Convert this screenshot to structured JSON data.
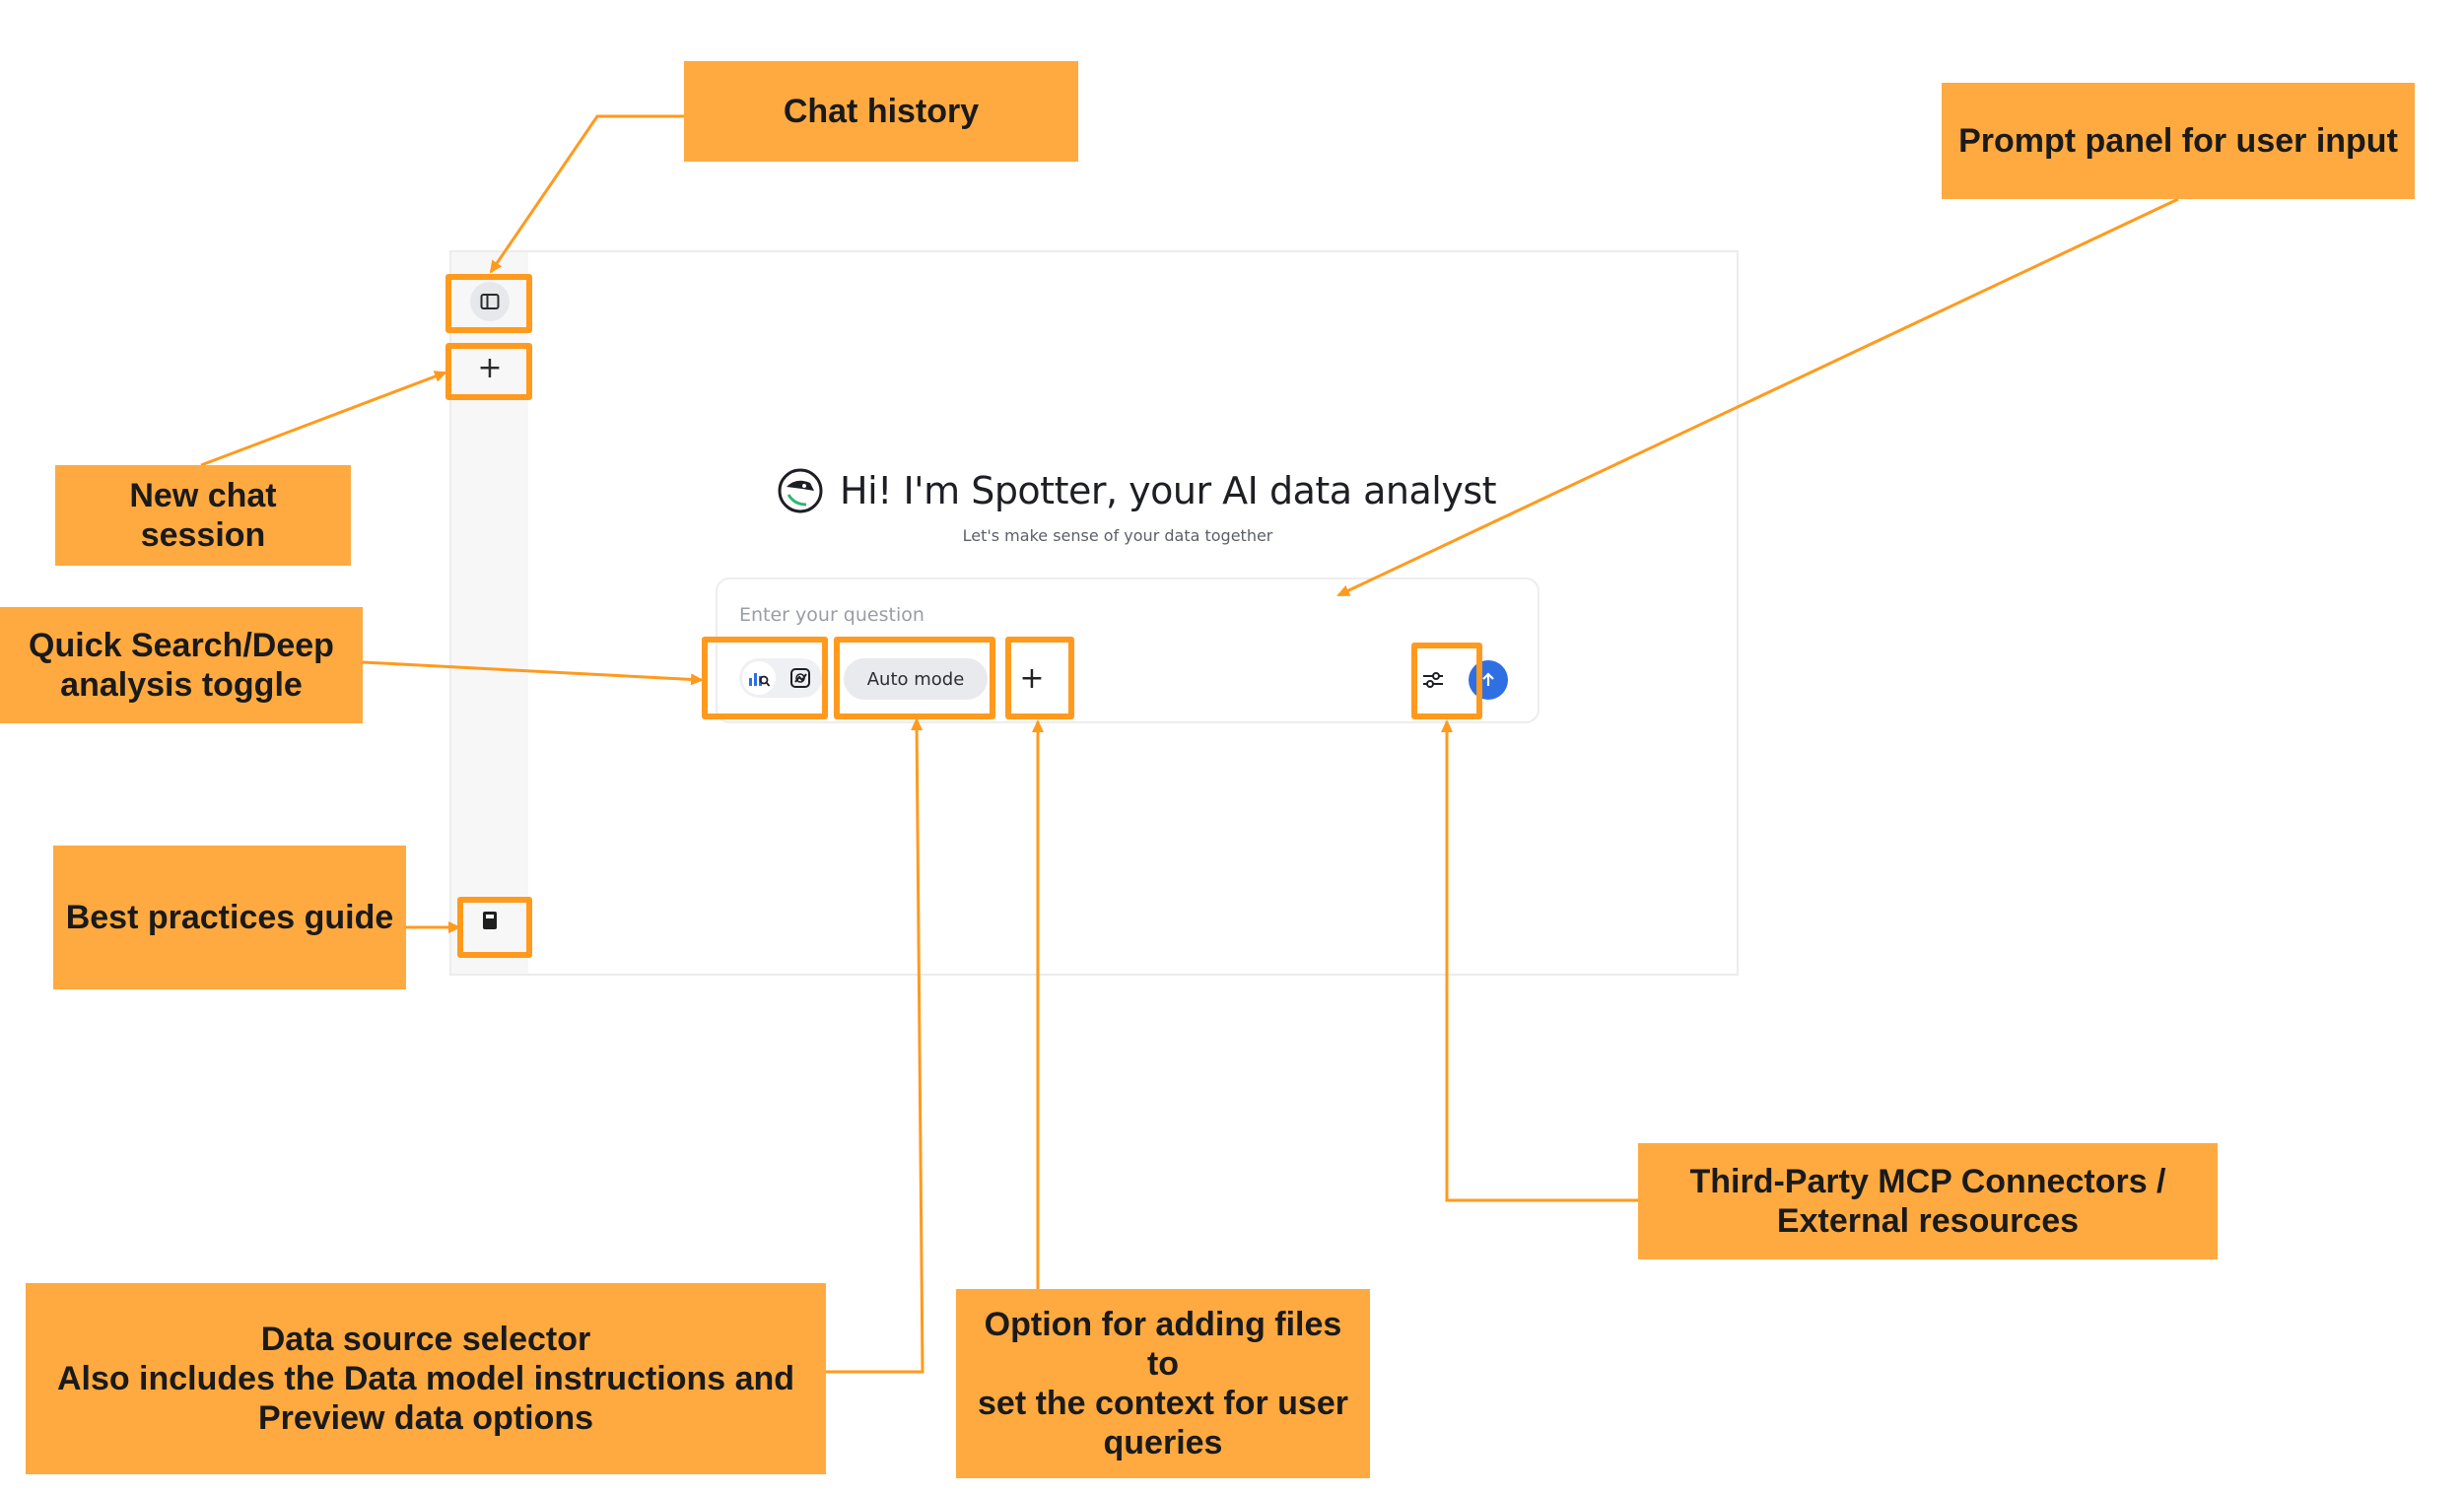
{
  "app": {
    "greeting_title": "Hi! I'm Spotter, your AI data analyst",
    "greeting_subtitle": "Let's make sense of your data together",
    "prompt_placeholder": "Enter your question",
    "data_source_label": "Auto mode",
    "add_files_label": "+",
    "new_chat_label": "+",
    "icons": {
      "chat_history": "sidebar-panel-icon",
      "new_chat": "plus-icon",
      "best_practices": "book-icon",
      "quick_search": "chart-search-icon",
      "deep_analysis": "deep-analysis-icon",
      "mcp_connectors": "sliders-icon",
      "send": "arrow-up-icon",
      "logo": "spotter-logo-icon"
    },
    "colors": {
      "send_button": "#2f6fe4",
      "sidebar_bg": "#f7f7f8"
    }
  },
  "annotations": {
    "chat_history": "Chat history",
    "prompt_panel": "Prompt panel for user input",
    "new_chat_session": "New chat session",
    "mode_toggle": "Quick Search/Deep\nanalysis toggle",
    "best_practices": "Best practices guide",
    "mcp_connectors": "Third-Party MCP Connectors /\nExternal resources",
    "data_source_selector": "Data source selector\nAlso includes the Data model instructions and\nPreview data options",
    "add_files": "Option for adding files to\nset the context for user\nqueries",
    "color": "#ffaa40",
    "highlight_color": "#ff9a1e"
  }
}
